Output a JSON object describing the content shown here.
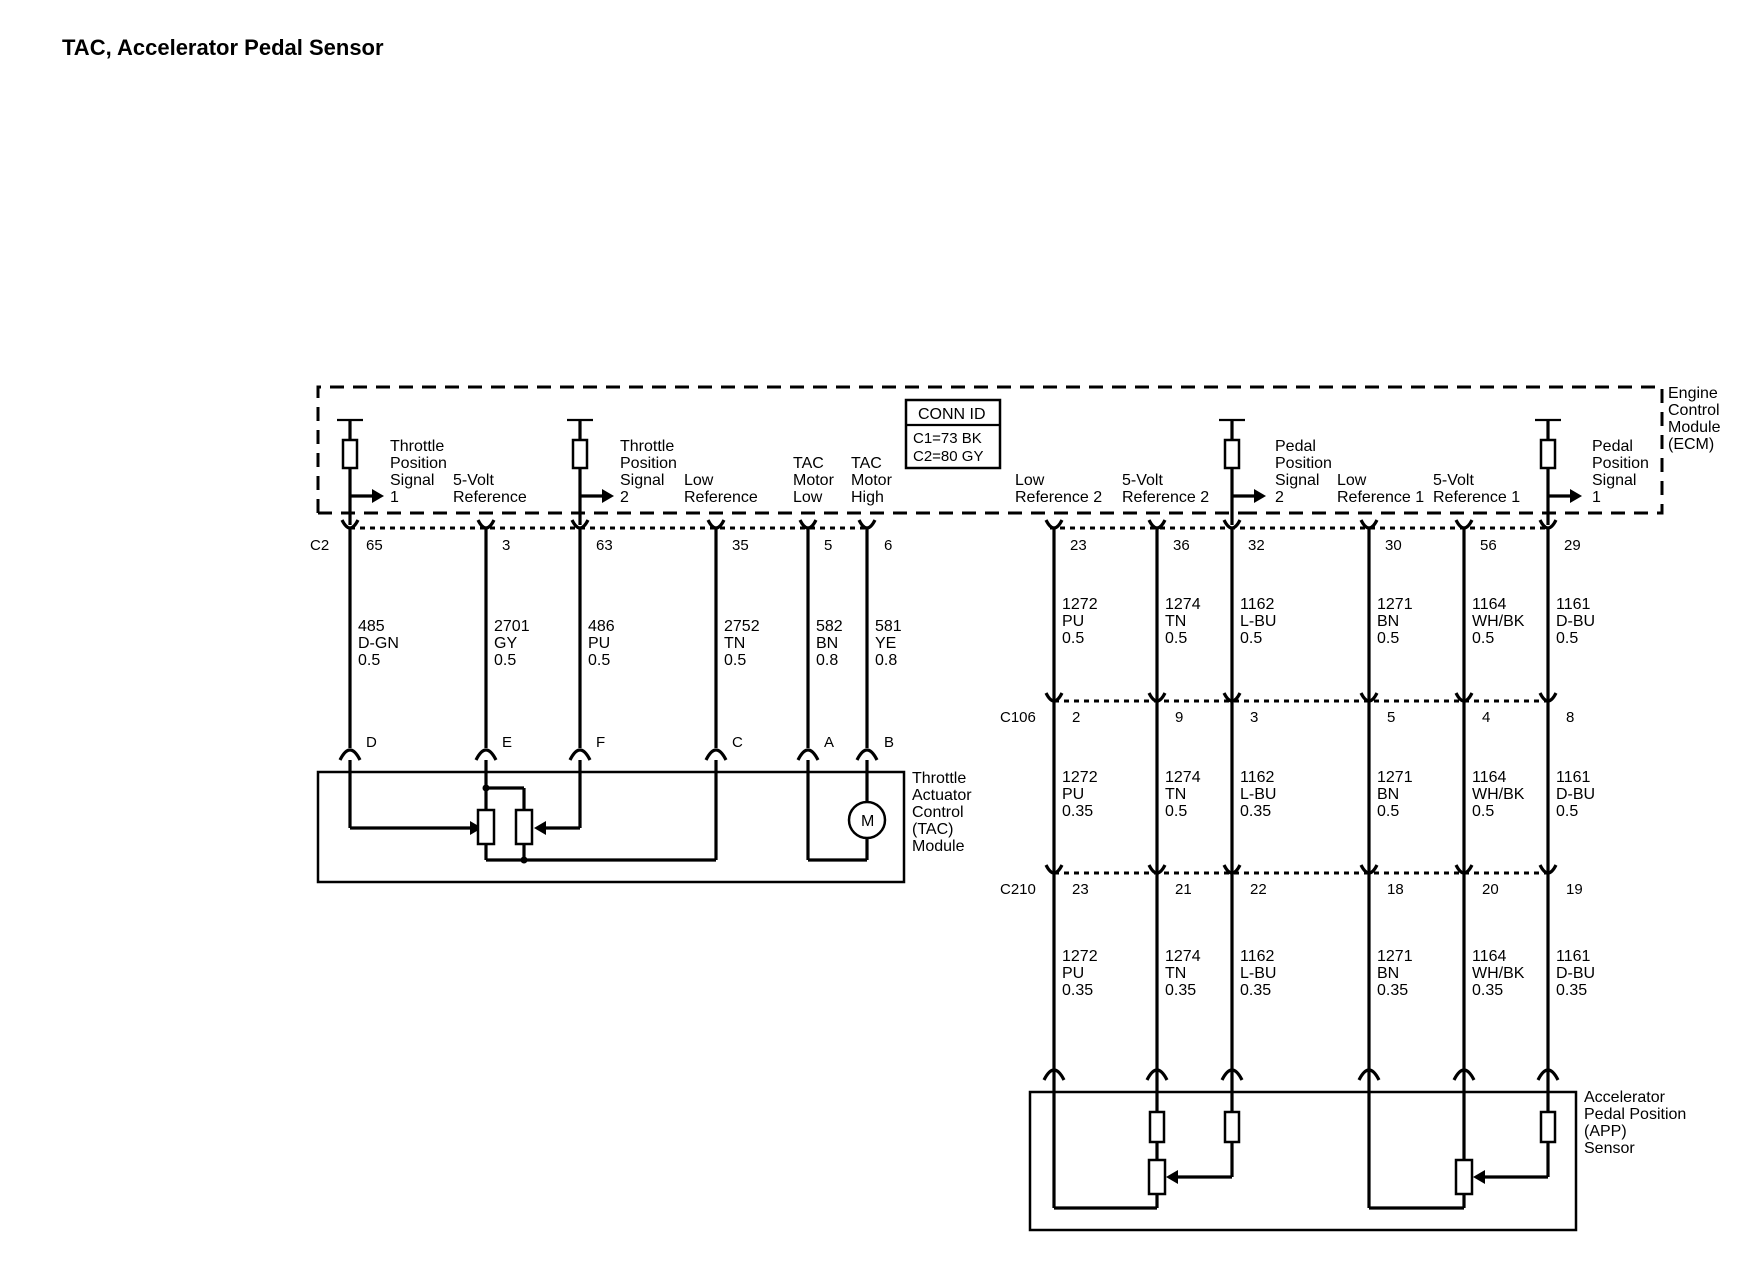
{
  "title": "TAC, Accelerator Pedal Sensor",
  "ecm": {
    "label": [
      "Engine",
      "Control",
      "Module",
      "(ECM)"
    ],
    "conn_id": {
      "heading": "CONN ID",
      "lines": [
        "C1=73 BK",
        "C2=80 GY"
      ]
    },
    "terminals": [
      [
        "Throttle",
        "Position",
        "Signal",
        "1"
      ],
      [
        "5-Volt",
        "Reference"
      ],
      [
        "Throttle",
        "Position",
        "Signal",
        "2"
      ],
      [
        "Low",
        "Reference"
      ],
      [
        "TAC",
        "Motor",
        "Low"
      ],
      [
        "TAC",
        "Motor",
        "High"
      ],
      [
        "Low",
        "Reference 2"
      ],
      [
        "5-Volt",
        "Reference 2"
      ],
      [
        "Pedal",
        "Position",
        "Signal",
        "2"
      ],
      [
        "Low",
        "Reference 1"
      ],
      [
        "5-Volt",
        "Reference 1"
      ],
      [
        "Pedal",
        "Position",
        "Signal",
        "1"
      ]
    ]
  },
  "connectors": {
    "c2": "C2",
    "c106": "C106",
    "c210": "C210"
  },
  "tac_circuits": [
    {
      "pin": "65",
      "wire": [
        "485",
        "D-GN",
        "0.5"
      ],
      "tac_pin": "D"
    },
    {
      "pin": "3",
      "wire": [
        "2701",
        "GY",
        "0.5"
      ],
      "tac_pin": "E"
    },
    {
      "pin": "63",
      "wire": [
        "486",
        "PU",
        "0.5"
      ],
      "tac_pin": "F"
    },
    {
      "pin": "35",
      "wire": [
        "2752",
        "TN",
        "0.5"
      ],
      "tac_pin": "C"
    },
    {
      "pin": "5",
      "wire": [
        "582",
        "BN",
        "0.8"
      ],
      "tac_pin": "A"
    },
    {
      "pin": "6",
      "wire": [
        "581",
        "YE",
        "0.8"
      ],
      "tac_pin": "B"
    }
  ],
  "app_circuits": [
    {
      "pin": "23",
      "seg1": [
        "1272",
        "PU",
        "0.5"
      ],
      "c106_pin": "2",
      "seg2": [
        "1272",
        "PU",
        "0.35"
      ],
      "c210_pin": "23",
      "seg3": [
        "1272",
        "PU",
        "0.35"
      ]
    },
    {
      "pin": "36",
      "seg1": [
        "1274",
        "TN",
        "0.5"
      ],
      "c106_pin": "9",
      "seg2": [
        "1274",
        "TN",
        "0.5"
      ],
      "c210_pin": "21",
      "seg3": [
        "1274",
        "TN",
        "0.35"
      ]
    },
    {
      "pin": "32",
      "seg1": [
        "1162",
        "L-BU",
        "0.5"
      ],
      "c106_pin": "3",
      "seg2": [
        "1162",
        "L-BU",
        "0.35"
      ],
      "c210_pin": "22",
      "seg3": [
        "1162",
        "L-BU",
        "0.35"
      ]
    },
    {
      "pin": "30",
      "seg1": [
        "1271",
        "BN",
        "0.5"
      ],
      "c106_pin": "5",
      "seg2": [
        "1271",
        "BN",
        "0.5"
      ],
      "c210_pin": "18",
      "seg3": [
        "1271",
        "BN",
        "0.35"
      ]
    },
    {
      "pin": "56",
      "seg1": [
        "1164",
        "WH/BK",
        "0.5"
      ],
      "c106_pin": "4",
      "seg2": [
        "1164",
        "WH/BK",
        "0.5"
      ],
      "c210_pin": "20",
      "seg3": [
        "1164",
        "WH/BK",
        "0.35"
      ]
    },
    {
      "pin": "29",
      "seg1": [
        "1161",
        "D-BU",
        "0.5"
      ],
      "c106_pin": "8",
      "seg2": [
        "1161",
        "D-BU",
        "0.5"
      ],
      "c210_pin": "19",
      "seg3": [
        "1161",
        "D-BU",
        "0.35"
      ]
    }
  ],
  "tac_module": {
    "label": [
      "Throttle",
      "Actuator",
      "Control",
      "(TAC)",
      "Module"
    ],
    "motor": "M"
  },
  "app_sensor": {
    "label": [
      "Accelerator",
      "Pedal Position",
      "(APP)",
      "Sensor"
    ]
  }
}
